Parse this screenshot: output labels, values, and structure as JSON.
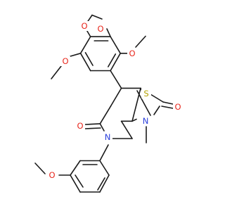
{
  "structure": {
    "kind": "chemical-structure",
    "colors": {
      "bond": "#1a1a1a",
      "carbon": "#1a1a1a",
      "O": "#e8281e",
      "N": "#2a3fdc",
      "S": "#b3a100"
    },
    "atoms": {
      "o1": "O",
      "o2": "O",
      "o3": "O",
      "o4": "O",
      "s1": "S",
      "o5": "O",
      "o6": "O",
      "n1": "N",
      "n2": "N",
      "o7": "O"
    }
  }
}
